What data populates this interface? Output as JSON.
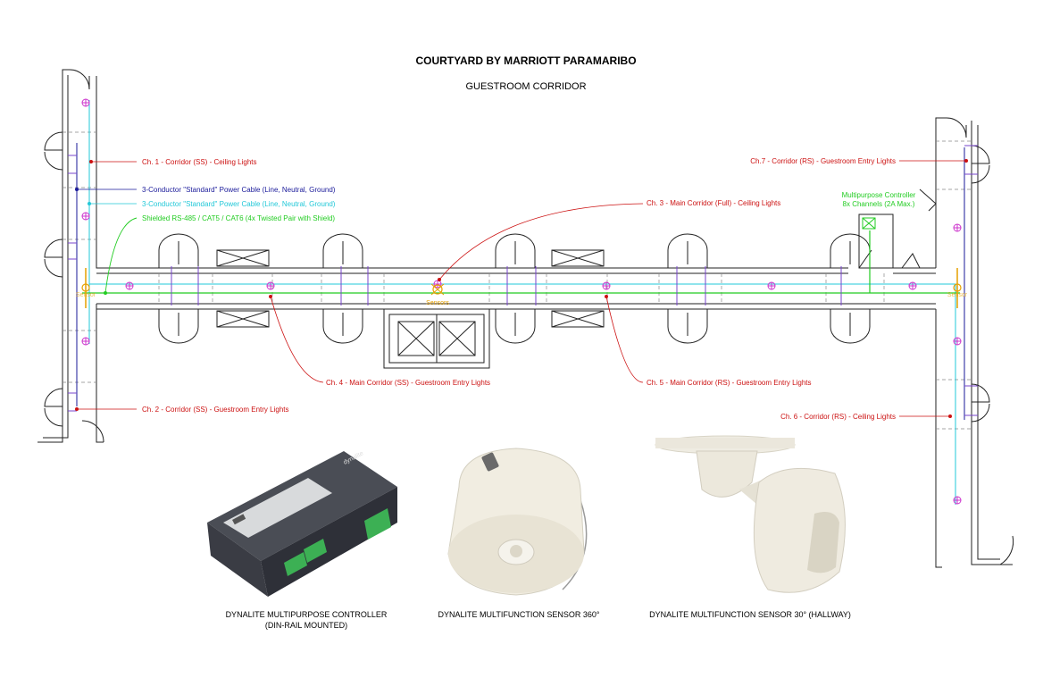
{
  "title": "COURTYARD BY MARRIOTT PARAMARIBO",
  "subtitle": "GUESTROOM CORRIDOR",
  "colors": {
    "red": "#cc1111",
    "navy": "#1a1a9a",
    "cyan": "#22c8d8",
    "green": "#22cc22",
    "magenta": "#cc33cc",
    "orange": "#e6a000",
    "purple": "#7744cc"
  },
  "legend": {
    "power_cable_navy": "3-Conductor \"Standard\" Power Cable (Line, Neutral, Ground)",
    "power_cable_cyan": "3-Conductor \"Standard\" Power Cable (Line, Neutral, Ground)",
    "data_cable": "Shielded RS-485 / CAT5 / CAT6 (4x Twisted Pair with Shield)"
  },
  "channels": {
    "ch1": "Ch. 1 - Corridor (SS) - Ceiling Lights",
    "ch2": "Ch. 2 - Corridor (SS) - Guestroom Entry Lights",
    "ch3": "Ch. 3 - Main Corridor (Full)  - Ceiling Lights",
    "ch4": "Ch. 4 - Main Corridor (SS) - Guestroom Entry Lights",
    "ch5": "Ch. 5 - Main Corridor (RS) - Guestroom Entry Lights",
    "ch6": "Ch. 6 - Corridor (RS) - Ceiling Lights",
    "ch7": "Ch.7 - Corridor (RS) - Guestroom Entry Lights"
  },
  "controller": {
    "line1": "Multipurpose Controller",
    "line2": "8x Channels (2A Max.)"
  },
  "sensor_labels": {
    "center": "Sensors",
    "left": "Sensor",
    "right": "Sensor"
  },
  "products": [
    {
      "caption_line1": "DYNALITE MULTIPURPOSE CONTROLLER",
      "caption_line2": "(DIN-RAIL MOUNTED)",
      "device_label": "dynalite"
    },
    {
      "caption_line1": "DYNALITE MULTIFUNCTION SENSOR 360°"
    },
    {
      "caption_line1": "DYNALITE MULTIFUNCTION SENSOR 30° (HALLWAY)"
    }
  ]
}
